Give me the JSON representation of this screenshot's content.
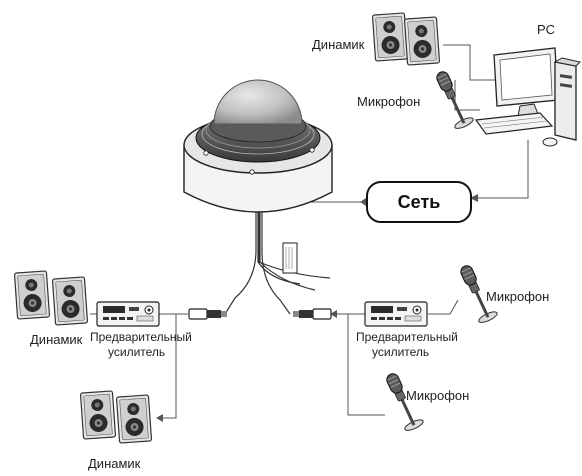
{
  "labels": {
    "pc": "PC",
    "network": "Сеть",
    "speaker_top": "Динамик",
    "mic_top": "Микрофон",
    "speaker_left": "Динамик",
    "preamp_left_1": "Предварительный",
    "preamp_left_2": "усилитель",
    "speaker_bottom": "Динамик",
    "mic_right": "Микрофон",
    "preamp_right_1": "Предварительный",
    "preamp_right_2": "усилитель",
    "mic_bottom": "Микрофон"
  },
  "colors": {
    "line": "#555555",
    "speaker_body": "#d9d9d9",
    "speaker_dark": "#2a2a2a",
    "dome": "#c4c4c4",
    "housing": "#f2f2f2"
  }
}
